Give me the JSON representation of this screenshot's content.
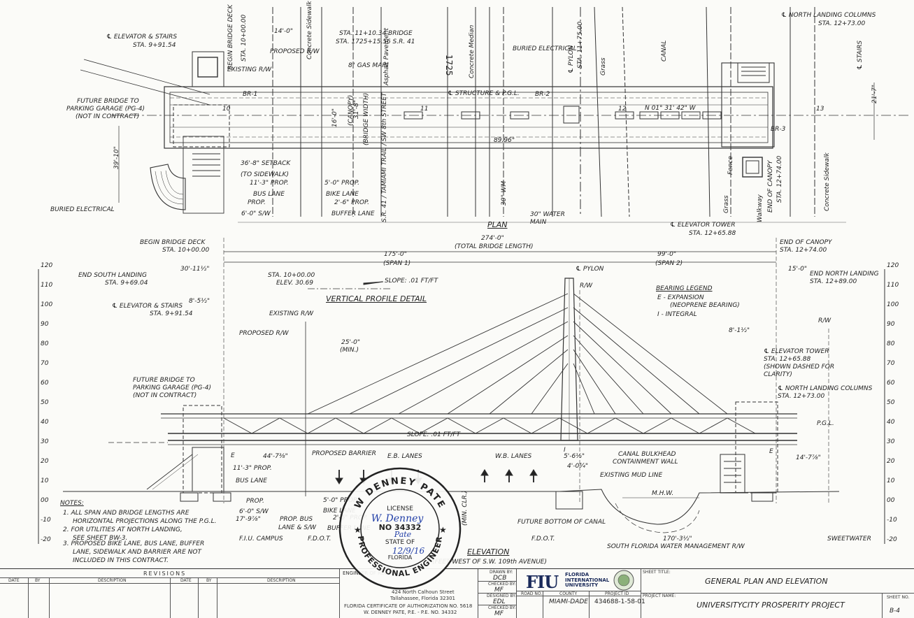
{
  "plan": {
    "title": "PLAN",
    "labels": {
      "elev_stairs": "℄ ELEVATOR & STAIRS",
      "elev_stairs_sta": "STA. 9+91.54",
      "begin_bridge_deck_v": "BEGIN BRIDGE DECK",
      "begin_bridge_sta_v": "STA. 10+00.00",
      "dim_14": "14'-0\"",
      "concrete_sidewalk_v": "Concrete Sidewalk",
      "sta_1110": "STA. 11+10.34 BRIDGE",
      "sta_1725": "STA. 1725+15.56 S.R. 41",
      "proposed_rw": "PROPOSED R/W",
      "existing_rw": "EXISTING R/W",
      "gas_main": "8\" GAS MAIN",
      "asphalt": "Asphalt Pavement",
      "concrete_median": "Concrete Median",
      "buried_elec": "BURIED ELECTRICAL",
      "pylon": "℄ PYLON",
      "pylon_sta": "STA. 11+75.00",
      "grass": "Grass",
      "canal": "CANAL",
      "north_cols": "℄ NORTH LANDING COLUMNS",
      "north_cols_sta": "STA. 12+73.00",
      "stairs": "℄ STAIRS",
      "future_bridge": "FUTURE BRIDGE TO",
      "parking": "PARKING GARAGE (PG-4)",
      "not_contract": "(NOT IN CONTRACT)",
      "br1": "BR-1",
      "br2": "BR-2",
      "br3": "BR-3",
      "structure_pgl": "℄ STRUCTURE & P.G.L.",
      "bearing": "N 01° 31' 42\" W",
      "n10": "10",
      "n11": "11",
      "n12": "12",
      "n13": "13",
      "canopy_v": "(CANOPY)",
      "bridge_width_v": "(BRIDGE WIDTH)",
      "w16": "16'-0\"",
      "w31": "31'-8\"",
      "ang": "89.96°",
      "dim_21_7": "21'-7\"",
      "dim_39_10": "39'-10\"",
      "setback": "36'-8\" SETBACK",
      "to_sidewalk": "(TO SIDEWALK)",
      "prop_11_3": "11'-3\" PROP.",
      "bus_lane": "BUS LANE",
      "prop": "PROP.",
      "sw_6": "6'-0\" S/W",
      "prop_5": "5'-0\" PROP.",
      "bike_lane": "BIKE LANE",
      "prop_2_6": "2'-6\" PROP.",
      "buffer": "BUFFER LANE",
      "sr41_v": "S.R. 41 / TAMIAMI TRAIL / SW 8th STREET",
      "wm30_v": "30\" WM",
      "wm_main": "30\" WATER",
      "main": "MAIN",
      "elev_tower": "℄ ELEVATOR TOWER",
      "elev_tower_sta": "STA. 12+65.88",
      "end_canopy_v": "END OF CANOPY",
      "end_canopy_sta_v": "STA. 12+74.00",
      "walkway_v": "Walkway",
      "fence_v": "Fence",
      "grass2_v": "Grass",
      "conc_sw2_v": "Concrete Sidewalk",
      "buried_elec2": "BURIED ELECTRICAL",
      "n1725": "1725"
    }
  },
  "elevation": {
    "title": "ELEVATION",
    "subtitle": "(FEET WEST OF S.W. 109th AVENUE)",
    "labels": {
      "begin_deck": "BEGIN BRIDGE DECK",
      "begin_deck_sta": "STA. 10+00.00",
      "total_len": "274'-0\"",
      "total_len_lbl": "(TOTAL BRIDGE LENGTH)",
      "span1": "175'-0\"",
      "span1_lbl": "(SPAN 1)",
      "span2": "99'-0\"",
      "span2_lbl": "(SPAN 2)",
      "pylon": "℄ PYLON",
      "end_canopy": "END OF CANOPY",
      "end_canopy_sta": "STA. 12+74.00",
      "dim_30": "30'-11½\"",
      "end_south": "END SOUTH LANDING",
      "end_south_sta": "STA. 9+69.04",
      "sta_10": "STA. 10+00.00",
      "elev_30": "ELEV. 30.69",
      "slope": "SLOPE: .01 FT/FT",
      "vpd": "VERTICAL PROFILE DETAIL",
      "rw": "R/W",
      "dim_15": "15'-0\"",
      "end_north": "END NORTH LANDING",
      "end_north_sta": "STA. 12+89.00",
      "dim_8_5": "8'-5½\"",
      "elev_stairs": "℄ ELEVATOR & STAIRS",
      "elev_stairs_sta": "STA. 9+91.54",
      "existing_rw": "EXISTING R/W",
      "proposed_rw": "PROPOSED R/W",
      "clear_25": "25'-0\"",
      "min": "(MIN.)",
      "bearing_legend": "BEARING LEGEND",
      "bl_e": "E - EXPANSION",
      "bl_neo": "(NEOPRENE BEARING)",
      "bl_i": "I - INTEGRAL",
      "rw2": "R/W",
      "dim_8_1": "8'-1½\"",
      "elev_tower": "℄ ELEVATOR TOWER",
      "elev_tower_sta": "STA. 12+65.88",
      "shown_dashed": "(SHOWN DASHED FOR",
      "clarity": "CLARITY)",
      "north_cols": "℄ NORTH LANDING COLUMNS",
      "north_cols_sta": "STA. 12+73.00",
      "future_bridge": "FUTURE BRIDGE TO",
      "parking": "PARKING GARAGE (PG-4)",
      "not_contract": "(NOT IN CONTRACT)",
      "pgl": "P.G.L.",
      "slope2": "SLOPE: .01 FT/FT",
      "dim_14_7": "14'-7⅞\"",
      "dim_44_7": "44'-7⅜\"",
      "prop_barrier": "PROPOSED BARRIER",
      "eb_lanes": "E.B. LANES",
      "wb_lanes": "W.B. LANES",
      "dim_5_6": "5'-6½\"",
      "dim_4_0": "4'-0¾\"",
      "canal_bulkhead": "CANAL BULKHEAD",
      "containment": "CONTAINMENT WALL",
      "existing_mud": "EXISTING MUD LINE",
      "mhw": "M.H.W.",
      "prop_11_3": "11'-3\" PROP.",
      "bus_lane": "BUS LANE",
      "prop": "PROP.",
      "sw_6": "6'-0\" S/W",
      "dim_17_9": "17'-9⅞\"",
      "prop_bus": "PROP. BUS",
      "lane_sw": "LANE & S/W",
      "prop_5": "5'-0\" PROP.",
      "bike_lane": "BIKE LANE",
      "prop_2_6": "2'-6\" PROP.",
      "buffer": "BUFFER LANE",
      "min_clr": "(MIN. CLR.)",
      "future_canal": "FUTURE BOTTOM OF CANAL",
      "fiu_campus": "F.I.U. CAMPUS",
      "fdot": "F.D.O.T.",
      "fdot2": "F.D.O.T.",
      "dim_170": "170'-3½\"",
      "sfwmd": "SOUTH FLORIDA WATER MANAGEMENT R/W",
      "sweetwater": "SWEETWATER",
      "e1": "E",
      "e2": "E",
      "i1": "I"
    },
    "scale_left": [
      "120",
      "110",
      "100",
      "90",
      "80",
      "70",
      "60",
      "50",
      "40",
      "30",
      "20",
      "10",
      "00",
      "-10",
      "-20"
    ],
    "scale_right": [
      "120",
      "110",
      "100",
      "90",
      "80",
      "70",
      "60",
      "50",
      "40",
      "30",
      "20",
      "10",
      "00",
      "-10",
      "-20"
    ]
  },
  "notes": {
    "title": "NOTES:",
    "lines": [
      "1. ALL SPAN AND BRIDGE LENGTHS ARE",
      "HORIZONTAL PROJECTIONS ALONG THE P.G.L.",
      "2. FOR UTILITIES AT NORTH LANDING,",
      "SEE SHEET BW-3.",
      "3. PROPOSED BIKE LANE, BUS LANE, BUFFER",
      "LANE, SIDEWALK AND BARRIER ARE NOT",
      "INCLUDED IN THIS CONTRACT."
    ]
  },
  "seal": {
    "top": "W DENNEY PATE",
    "license": "LICENSE",
    "no": "NO 34332",
    "state": "STATE OF",
    "florida": "FLORIDA",
    "bottom": "PROFESSIONAL ENGINEER",
    "signature": "W. Denney",
    "date_sig": "Pate",
    "date": "12/9/16"
  },
  "title_block": {
    "revisions": "REVISIONS",
    "cols": [
      "DATE",
      "BY",
      "DESCRIPTION",
      "DATE",
      "BY",
      "DESCRIPTION"
    ],
    "engineer_of_record": "ENGINEER OF RECORD:",
    "address1": "424 North Calhoun Street",
    "address2": "Tallahassee, Florida 32301",
    "cert": "FLORIDA CERTIFICATE OF AUTHORIZATION NO. 5618",
    "pe": "W. DENNEY PATE, P.E. - P.E. NO. 34332",
    "drawn_by_lbl": "DRAWN BY:",
    "drawn_by": "DCB",
    "checked_by_lbl": "CHECKED BY:",
    "checked_by": "MF",
    "designed_by_lbl": "DESIGNED BY:",
    "designed_by": "EDL",
    "checked_by2_lbl": "CHECKED BY:",
    "checked_by2": "MF",
    "fiu": "FIU",
    "fiu_full1": "FLORIDA",
    "fiu_full2": "INTERNATIONAL",
    "fiu_full3": "UNIVERSITY",
    "road_no_lbl": "ROAD NO.",
    "county_lbl": "COUNTY",
    "county": "MIAMI-DADE",
    "project_id_lbl": "PROJECT ID",
    "project_id": "434688-1-58-01",
    "sheet_title_lbl": "SHEET TITLE:",
    "sheet_title": "GENERAL PLAN AND ELEVATION",
    "project_name_lbl": "PROJECT NAME:",
    "project_name": "UNIVERSITYCITY PROSPERITY PROJECT",
    "sheet_no_lbl": "SHEET NO.",
    "sheet_no": "B-4"
  }
}
